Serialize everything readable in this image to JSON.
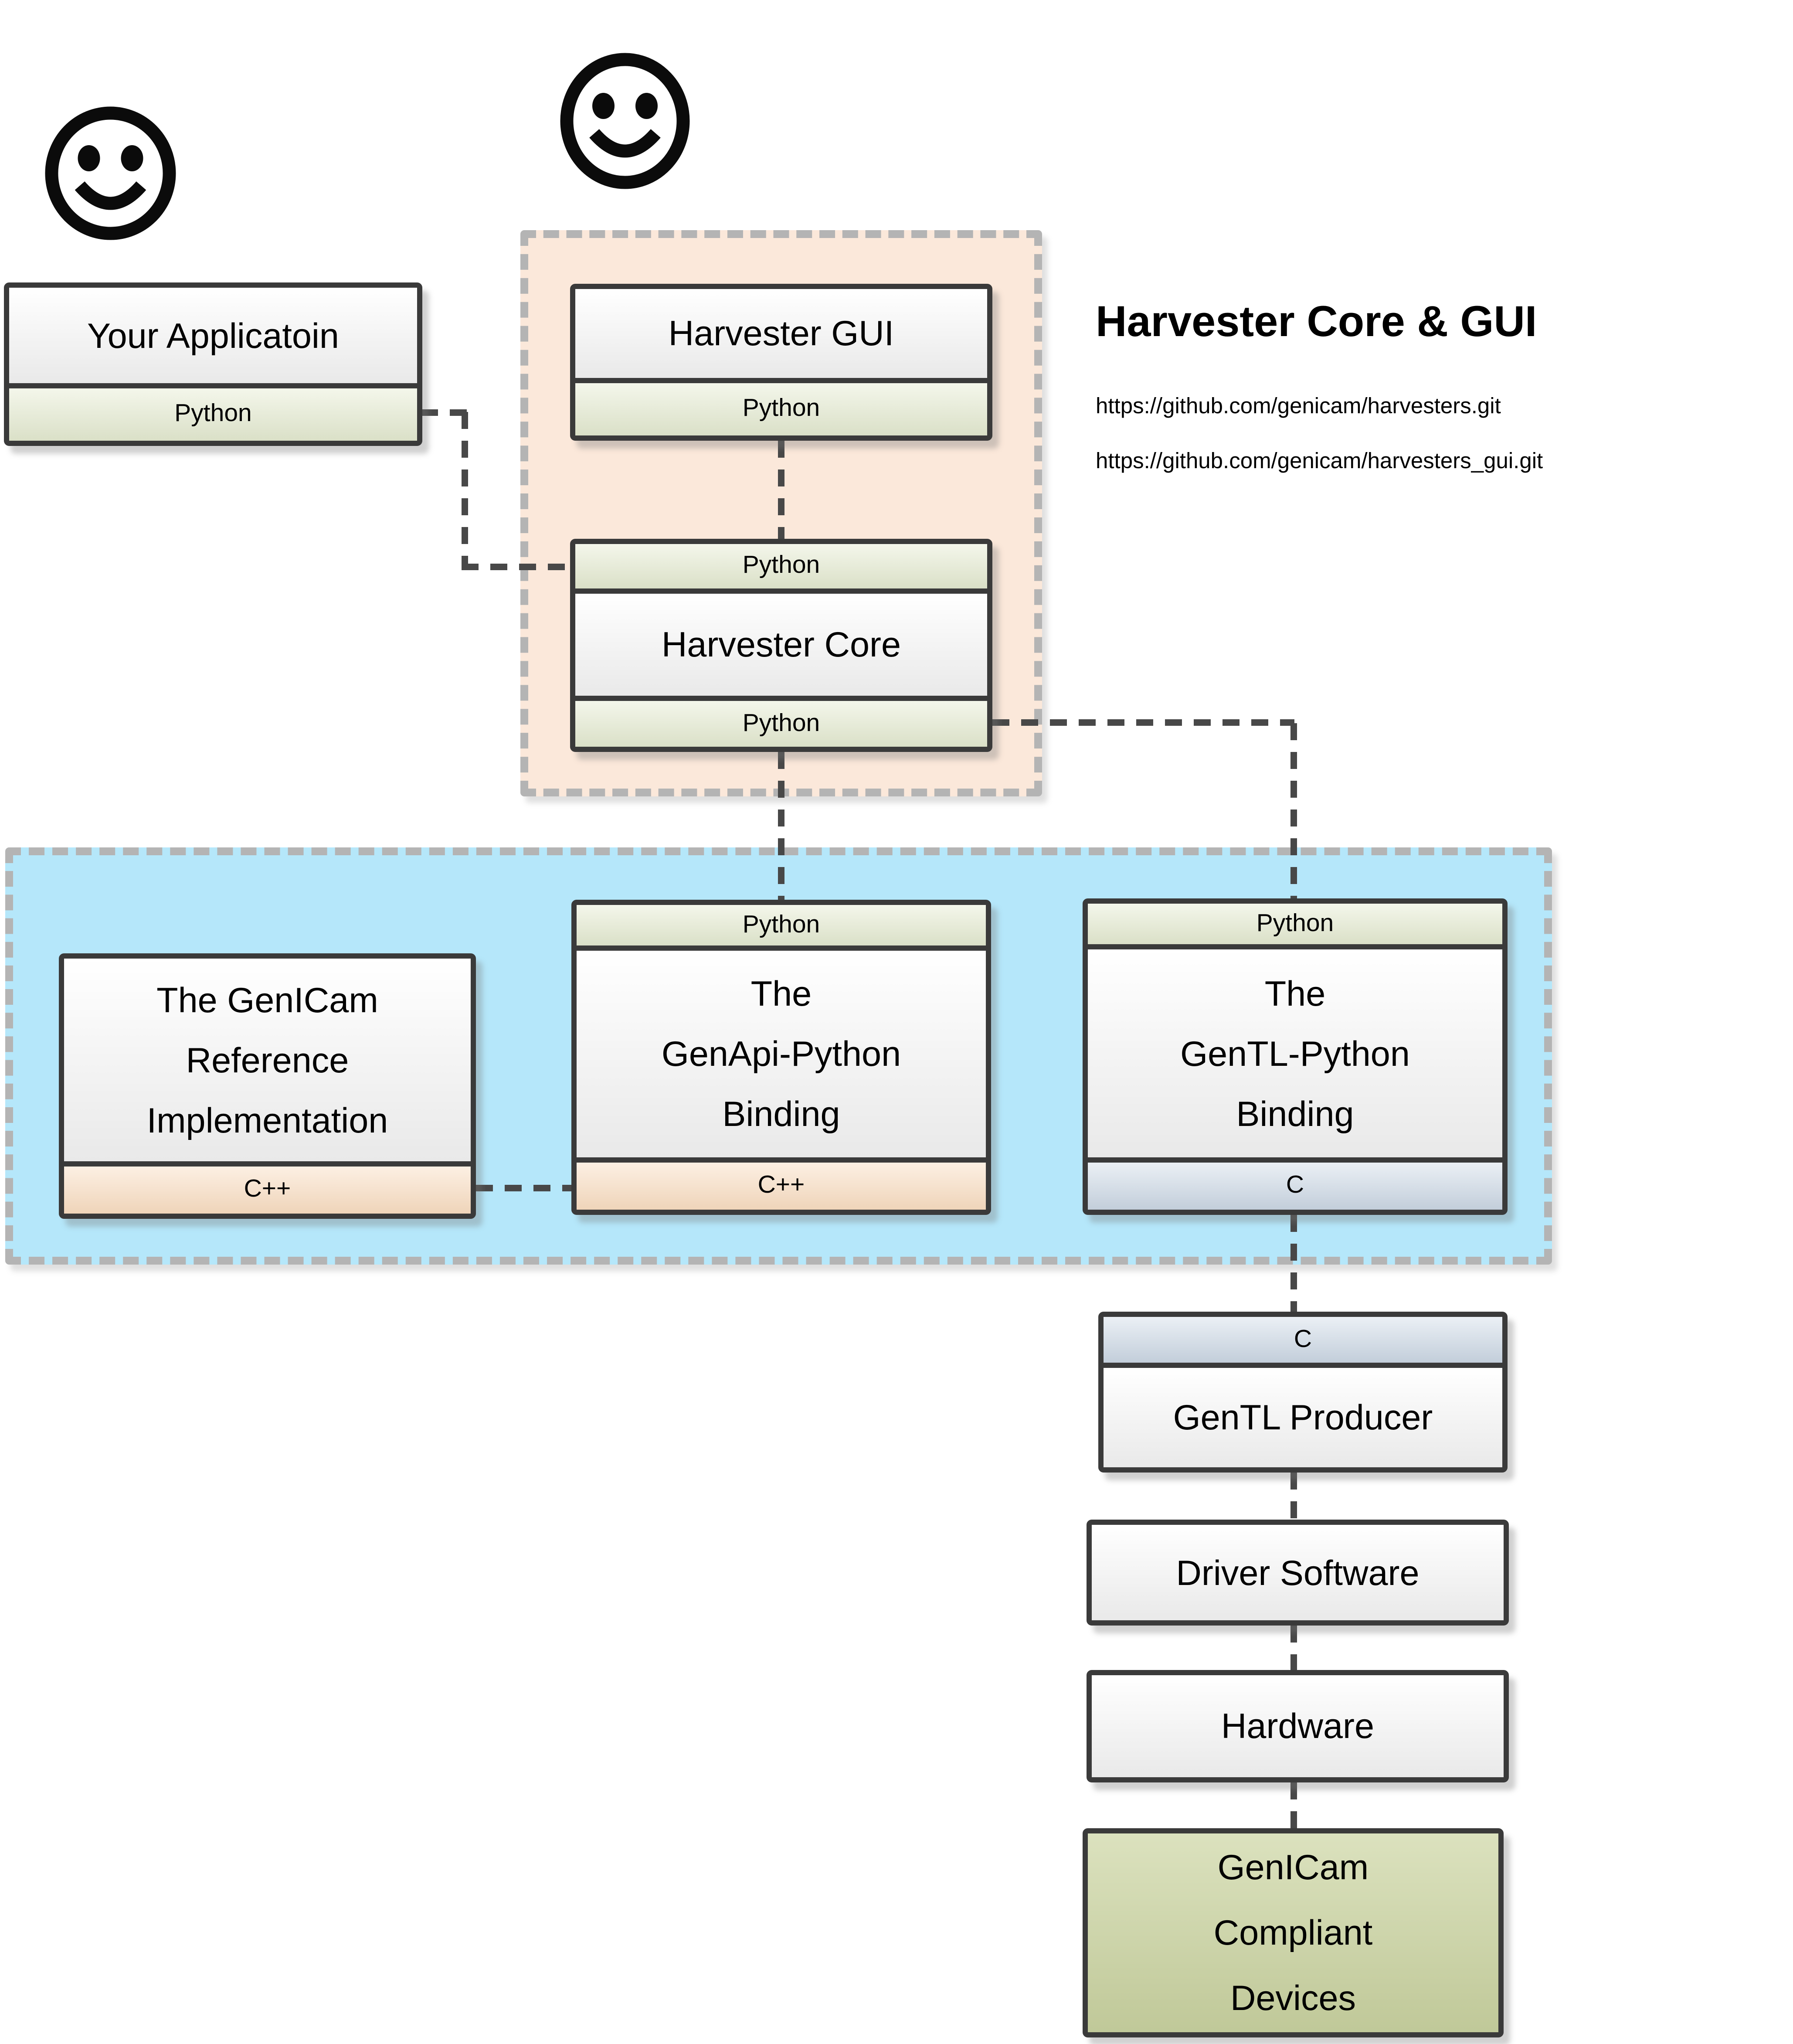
{
  "title_block": {
    "title": "Harvester Core & GUI",
    "url1": "https://github.com/genicam/harvesters.git",
    "url2": "https://github.com/genicam/harvesters_gui.git"
  },
  "boxes": {
    "your_application": {
      "label": "Your Applicatoin",
      "lang_bottom": "Python"
    },
    "harvester_gui": {
      "label": "Harvester GUI",
      "lang_bottom": "Python"
    },
    "harvester_core": {
      "label": "Harvester Core",
      "lang_top": "Python",
      "lang_bottom": "Python"
    },
    "genicam_reference": {
      "label": "The GenICam\nReference\nImplementation",
      "lang_bottom": "C++"
    },
    "genapi_python_binding": {
      "label": "The\nGenApi-Python\nBinding",
      "lang_top": "Python",
      "lang_bottom": "C++"
    },
    "gentl_python_binding": {
      "label": "The\nGenTL-Python\nBinding",
      "lang_top": "Python",
      "lang_bottom": "C"
    },
    "gentl_producer": {
      "label": "GenTL Producer",
      "lang_top": "C"
    },
    "driver_software": {
      "label": "Driver Software"
    },
    "hardware": {
      "label": "Hardware"
    },
    "genicam_devices": {
      "label": "GenICam\nCompliant\nDevices"
    }
  },
  "icons": {
    "user_application": "smiley-face",
    "user_gui": "smiley-face"
  },
  "colors": {
    "python_bar": "#e6ecd2",
    "cpp_bar": "#f9ddc1",
    "c_bar": "#cdd9e6",
    "peach_container": "#fbe8da",
    "blue_container": "#b5e7fa",
    "devices_box": "#ccd5a2",
    "box_border": "#3a3a3a",
    "container_dash": "#b4b4b4",
    "connector": "#484848"
  }
}
